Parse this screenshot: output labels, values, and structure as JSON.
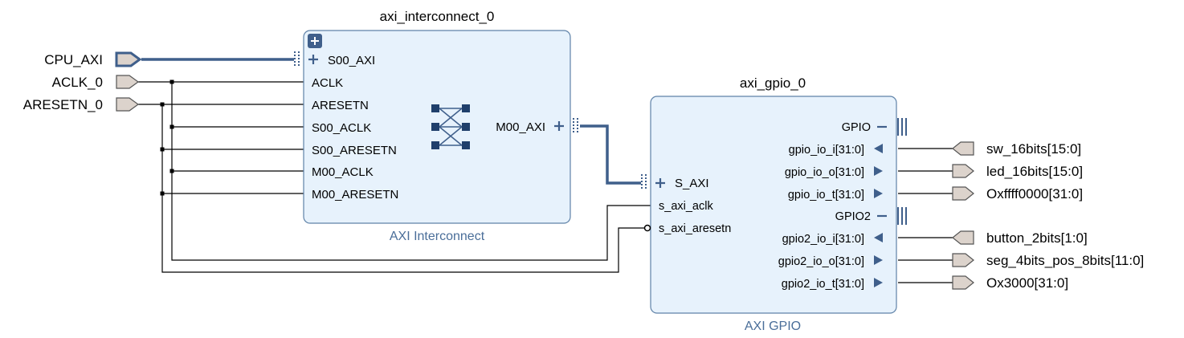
{
  "external_ports": {
    "cpu_axi": "CPU_AXI",
    "aclk": "ACLK_0",
    "aresetn": "ARESETN_0"
  },
  "interconnect": {
    "instance": "axi_interconnect_0",
    "type_label": "AXI Interconnect",
    "pins_left": [
      "S00_AXI",
      "ACLK",
      "ARESETN",
      "S00_ACLK",
      "S00_ARESETN",
      "M00_ACLK",
      "M00_ARESETN"
    ],
    "pin_right": "M00_AXI"
  },
  "gpio": {
    "instance": "axi_gpio_0",
    "type_label": "AXI GPIO",
    "pins_left": [
      "S_AXI",
      "s_axi_aclk",
      "s_axi_aresetn"
    ],
    "iface1": "GPIO",
    "iface2": "GPIO2",
    "pins_right": [
      "gpio_io_i[31:0]",
      "gpio_io_o[31:0]",
      "gpio_io_t[31:0]",
      "gpio2_io_i[31:0]",
      "gpio2_io_o[31:0]",
      "gpio2_io_t[31:0]"
    ]
  },
  "output_ports": [
    "sw_16bits[15:0]",
    "led_16bits[15:0]",
    "Oxffff0000[31:0]",
    "button_2bits[1:0]",
    "seg_4bits_pos_8bits[11:0]",
    "Ox3000[31:0]"
  ],
  "colors": {
    "block_fill": "#e7f2fc",
    "block_border": "#5f82a8",
    "bus": "#3f5f8b",
    "port_fill": "#dcd3cc"
  },
  "icons": {
    "collapse": "plus-square-icon",
    "crossbar": "crossbar-icon"
  }
}
